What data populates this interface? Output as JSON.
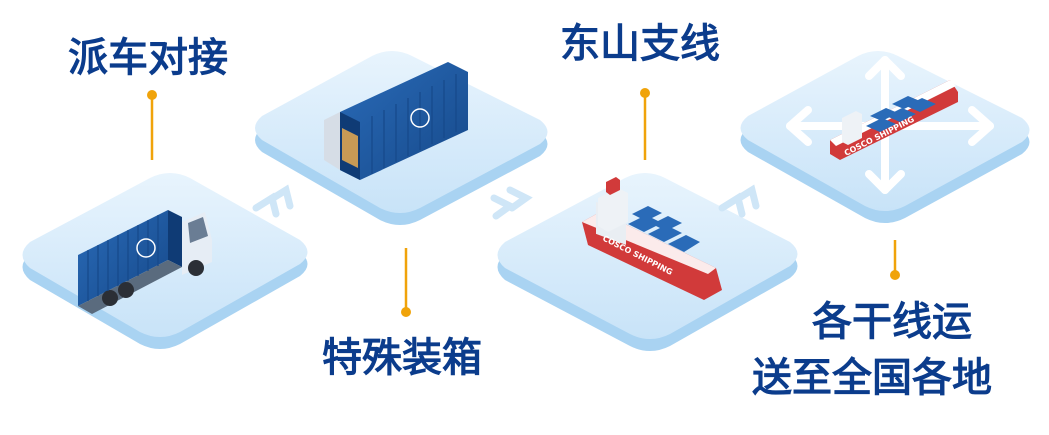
{
  "steps": [
    {
      "label": "派车对接"
    },
    {
      "label": "特殊装箱"
    },
    {
      "label": "东山支线"
    },
    {
      "label": "各干线运",
      "label2": "送至全国各地"
    }
  ],
  "ship": {
    "hull_text": "COSCO SHIPPING"
  },
  "colors": {
    "text": "#0b3c8c",
    "tile_top": "#d6ecfb",
    "tile_side": "#a9d3f2",
    "accent": "#f0a30a",
    "container": "#1f5fa8",
    "chevron": "#cfe6f7"
  }
}
